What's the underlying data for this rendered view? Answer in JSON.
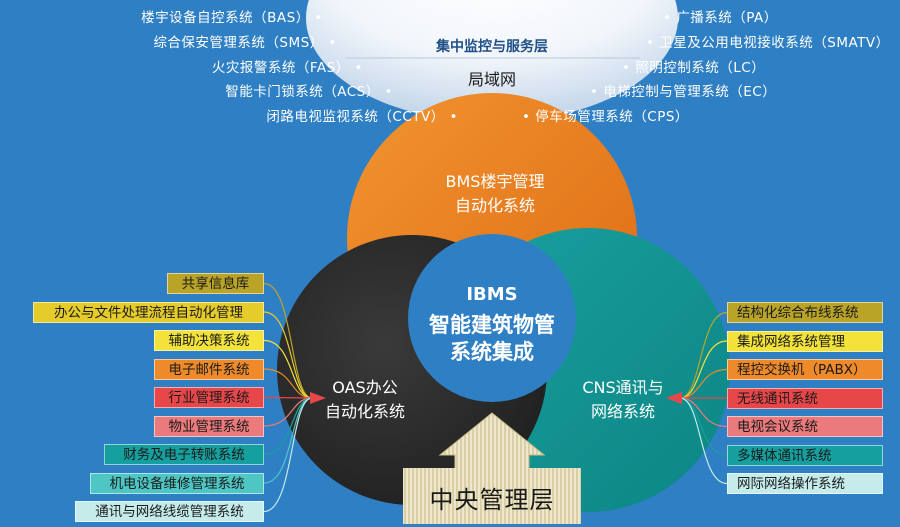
{
  "top_left": [
    "楼宇设备自控系统（BAS）",
    "综合保安管理系统（SMS）",
    "火灾报警系统（FAS）",
    "智能卡门锁系统（ACS）",
    "闭路电视监视系统（CCTV）"
  ],
  "top_right": [
    "广播系统（PA）",
    "卫星及公用电视接收系统（SMATV）",
    "照明控制系统（LC）",
    "电梯控制与管理系统（EC）",
    "停车场管理系统（CPS）"
  ],
  "dome": {
    "title": "集中监控与服务层",
    "subtitle": "局域网"
  },
  "circles": {
    "bms": {
      "line1": "BMS楼宇管理",
      "line2": "自动化系统"
    },
    "oas": {
      "line1": "OAS办公",
      "line2": "自动化系统"
    },
    "cns": {
      "line1": "CNS通讯与",
      "line2": "网络系统"
    }
  },
  "core": {
    "title": "IBMS",
    "line1": "智能建筑物管",
    "line2": "系统集成"
  },
  "central": {
    "label": "中央管理层"
  },
  "left_items": [
    {
      "label": "共享信息库",
      "color": "#b9a428"
    },
    {
      "label": "办公与文件处理流程自动化管理",
      "color": "#e6cc2b"
    },
    {
      "label": "辅助决策系统",
      "color": "#f2e23a"
    },
    {
      "label": "电子邮件系统",
      "color": "#ee8a2a"
    },
    {
      "label": "行业管理系统",
      "color": "#e8474a"
    },
    {
      "label": "物业管理系统",
      "color": "#ea7a7c"
    },
    {
      "label": "财务及电子转账系统",
      "color": "#15a09f"
    },
    {
      "label": "机电设备维修管理系统",
      "color": "#4ec6c3"
    },
    {
      "label": "通讯与网络线缆管理系统",
      "color": "#c5ecea"
    }
  ],
  "right_items": [
    {
      "label": "结构化综合布线系统",
      "color": "#b9a428"
    },
    {
      "label": "集成网络系统管理",
      "color": "#f2e23a"
    },
    {
      "label": "程控交换机（PABX）",
      "color": "#ee8a2a"
    },
    {
      "label": "无线通讯系统",
      "color": "#e8474a"
    },
    {
      "label": "电视会议系统",
      "color": "#ea7a7c"
    },
    {
      "label": "多媒体通讯系统",
      "color": "#15a09f"
    },
    {
      "label": "网际网络操作系统",
      "color": "#c5ecea"
    }
  ]
}
